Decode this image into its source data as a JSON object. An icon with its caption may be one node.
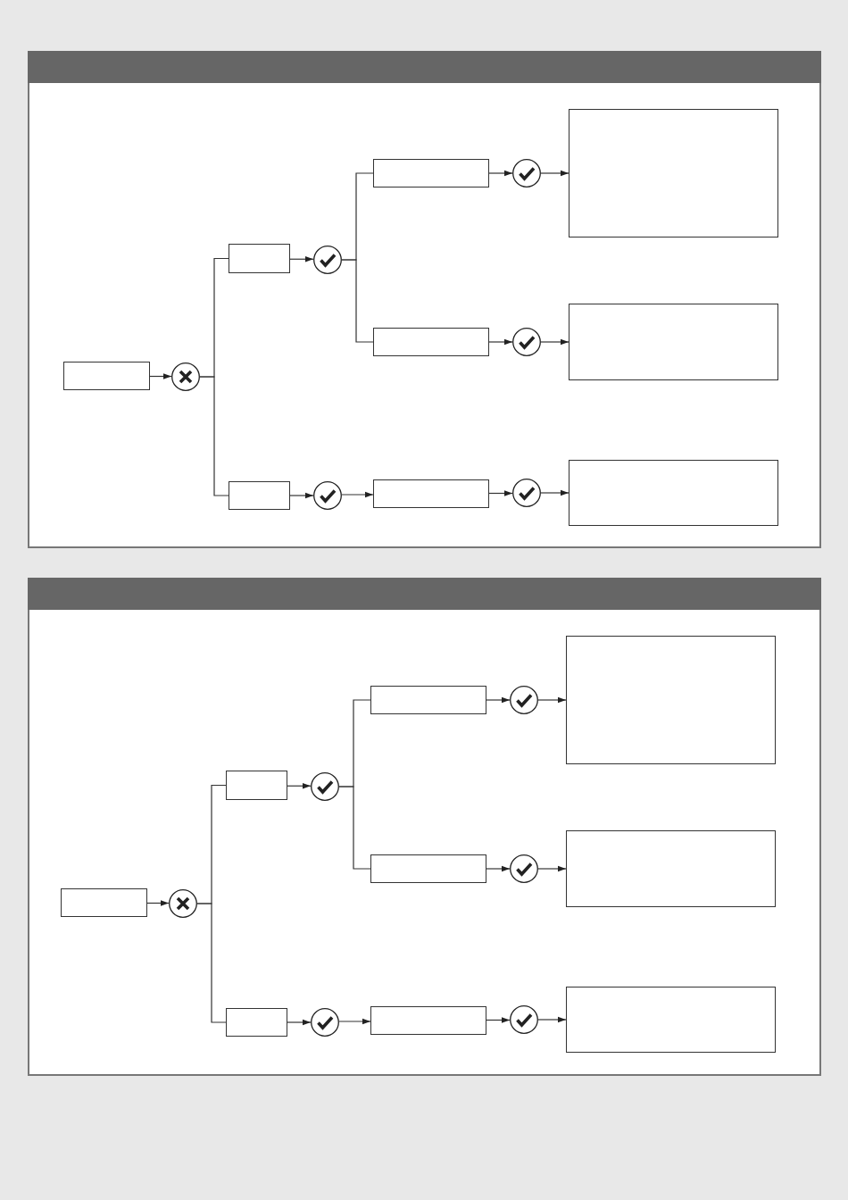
{
  "diagram": {
    "nodes": [
      {
        "text": [],
        "shape": "box"
      },
      {
        "text": [],
        "shape": "box",
        "in": 0
      },
      {
        "text": [],
        "shape": "circle",
        "in": 0
      },
      {
        "text": [],
        "shape": "box",
        "in": 0
      },
      {
        "text": [],
        "shape": "circle",
        "in": 0
      },
      {
        "text": [],
        "shape": "box",
        "in": 0
      },
      {
        "text": [],
        "shape": "circle",
        "in": 0
      },
      {
        "text": [],
        "shape": "box",
        "in": 0
      },
      {
        "text": [],
        "shape": "box",
        "in": 0
      },
      {
        "text": [],
        "shape": "circle",
        "in": 0
      },
      {
        "text": [],
        "shape": "box",
        "in": 0
      },
      {
        "text": [],
        "shape": "box",
        "in": 0
      },
      {
        "text": [],
        "shape": "circle",
        "in": 0
      },
      {
        "text": [],
        "shape": "box",
        "in": 0
      },
      {
        "text": [],
        "shape": "circle",
        "in": 0
      },
      {
        "text": [],
        "shape": "box",
        "in": 0
      },
      {
        "text": [],
        "shape": "box"
      },
      {
        "text": [],
        "shape": "box",
        "in": 16
      },
      {
        "text": [],
        "shape": "circle",
        "in": 16
      },
      {
        "text": [],
        "shape": "box",
        "in": 16
      },
      {
        "text": [],
        "shape": "circle",
        "in": 16
      },
      {
        "text": [],
        "shape": "box",
        "in": 16
      },
      {
        "text": [],
        "shape": "circle",
        "in": 16
      },
      {
        "text": [],
        "shape": "box",
        "in": 16
      },
      {
        "text": [],
        "shape": "box",
        "in": 16
      },
      {
        "text": [],
        "shape": "circle",
        "in": 16
      },
      {
        "text": [],
        "shape": "box",
        "in": 16
      },
      {
        "text": [],
        "shape": "box",
        "in": 16
      },
      {
        "text": [],
        "shape": "circle",
        "in": 16
      },
      {
        "text": [],
        "shape": "box",
        "in": 16
      },
      {
        "text": [],
        "shape": "circle",
        "in": 16
      },
      {
        "text": [],
        "shape": "box",
        "in": 16
      }
    ],
    "edges": [
      {
        "from": 1,
        "to": 2,
        "arrow": "to"
      },
      {
        "from": 2,
        "to": 3,
        "arrow": "none"
      },
      {
        "from": 2,
        "to": 11,
        "arrow": "none"
      },
      {
        "from": 3,
        "to": 4,
        "arrow": "to"
      },
      {
        "from": 4,
        "to": 5,
        "arrow": "none"
      },
      {
        "from": 4,
        "to": 8,
        "arrow": "none"
      },
      {
        "from": 5,
        "to": 6,
        "arrow": "to"
      },
      {
        "from": 6,
        "to": 7,
        "arrow": "to"
      },
      {
        "from": 8,
        "to": 9,
        "arrow": "to"
      },
      {
        "from": 9,
        "to": 10,
        "arrow": "to"
      },
      {
        "from": 11,
        "to": 12,
        "arrow": "to"
      },
      {
        "from": 12,
        "to": 13,
        "arrow": "to"
      },
      {
        "from": 13,
        "to": 14,
        "arrow": "to"
      },
      {
        "from": 14,
        "to": 15,
        "arrow": "to"
      },
      {
        "from": 17,
        "to": 18,
        "arrow": "to"
      },
      {
        "from": 18,
        "to": 19,
        "arrow": "none"
      },
      {
        "from": 18,
        "to": 27,
        "arrow": "none"
      },
      {
        "from": 19,
        "to": 20,
        "arrow": "to"
      },
      {
        "from": 20,
        "to": 21,
        "arrow": "none"
      },
      {
        "from": 20,
        "to": 24,
        "arrow": "none"
      },
      {
        "from": 21,
        "to": 22,
        "arrow": "to"
      },
      {
        "from": 22,
        "to": 23,
        "arrow": "to"
      },
      {
        "from": 24,
        "to": 25,
        "arrow": "to"
      },
      {
        "from": 25,
        "to": 26,
        "arrow": "to"
      },
      {
        "from": 27,
        "to": 28,
        "arrow": "to"
      },
      {
        "from": 28,
        "to": 29,
        "arrow": "to"
      },
      {
        "from": 29,
        "to": 30,
        "arrow": "to"
      },
      {
        "from": 30,
        "to": 31,
        "arrow": "to"
      }
    ]
  }
}
